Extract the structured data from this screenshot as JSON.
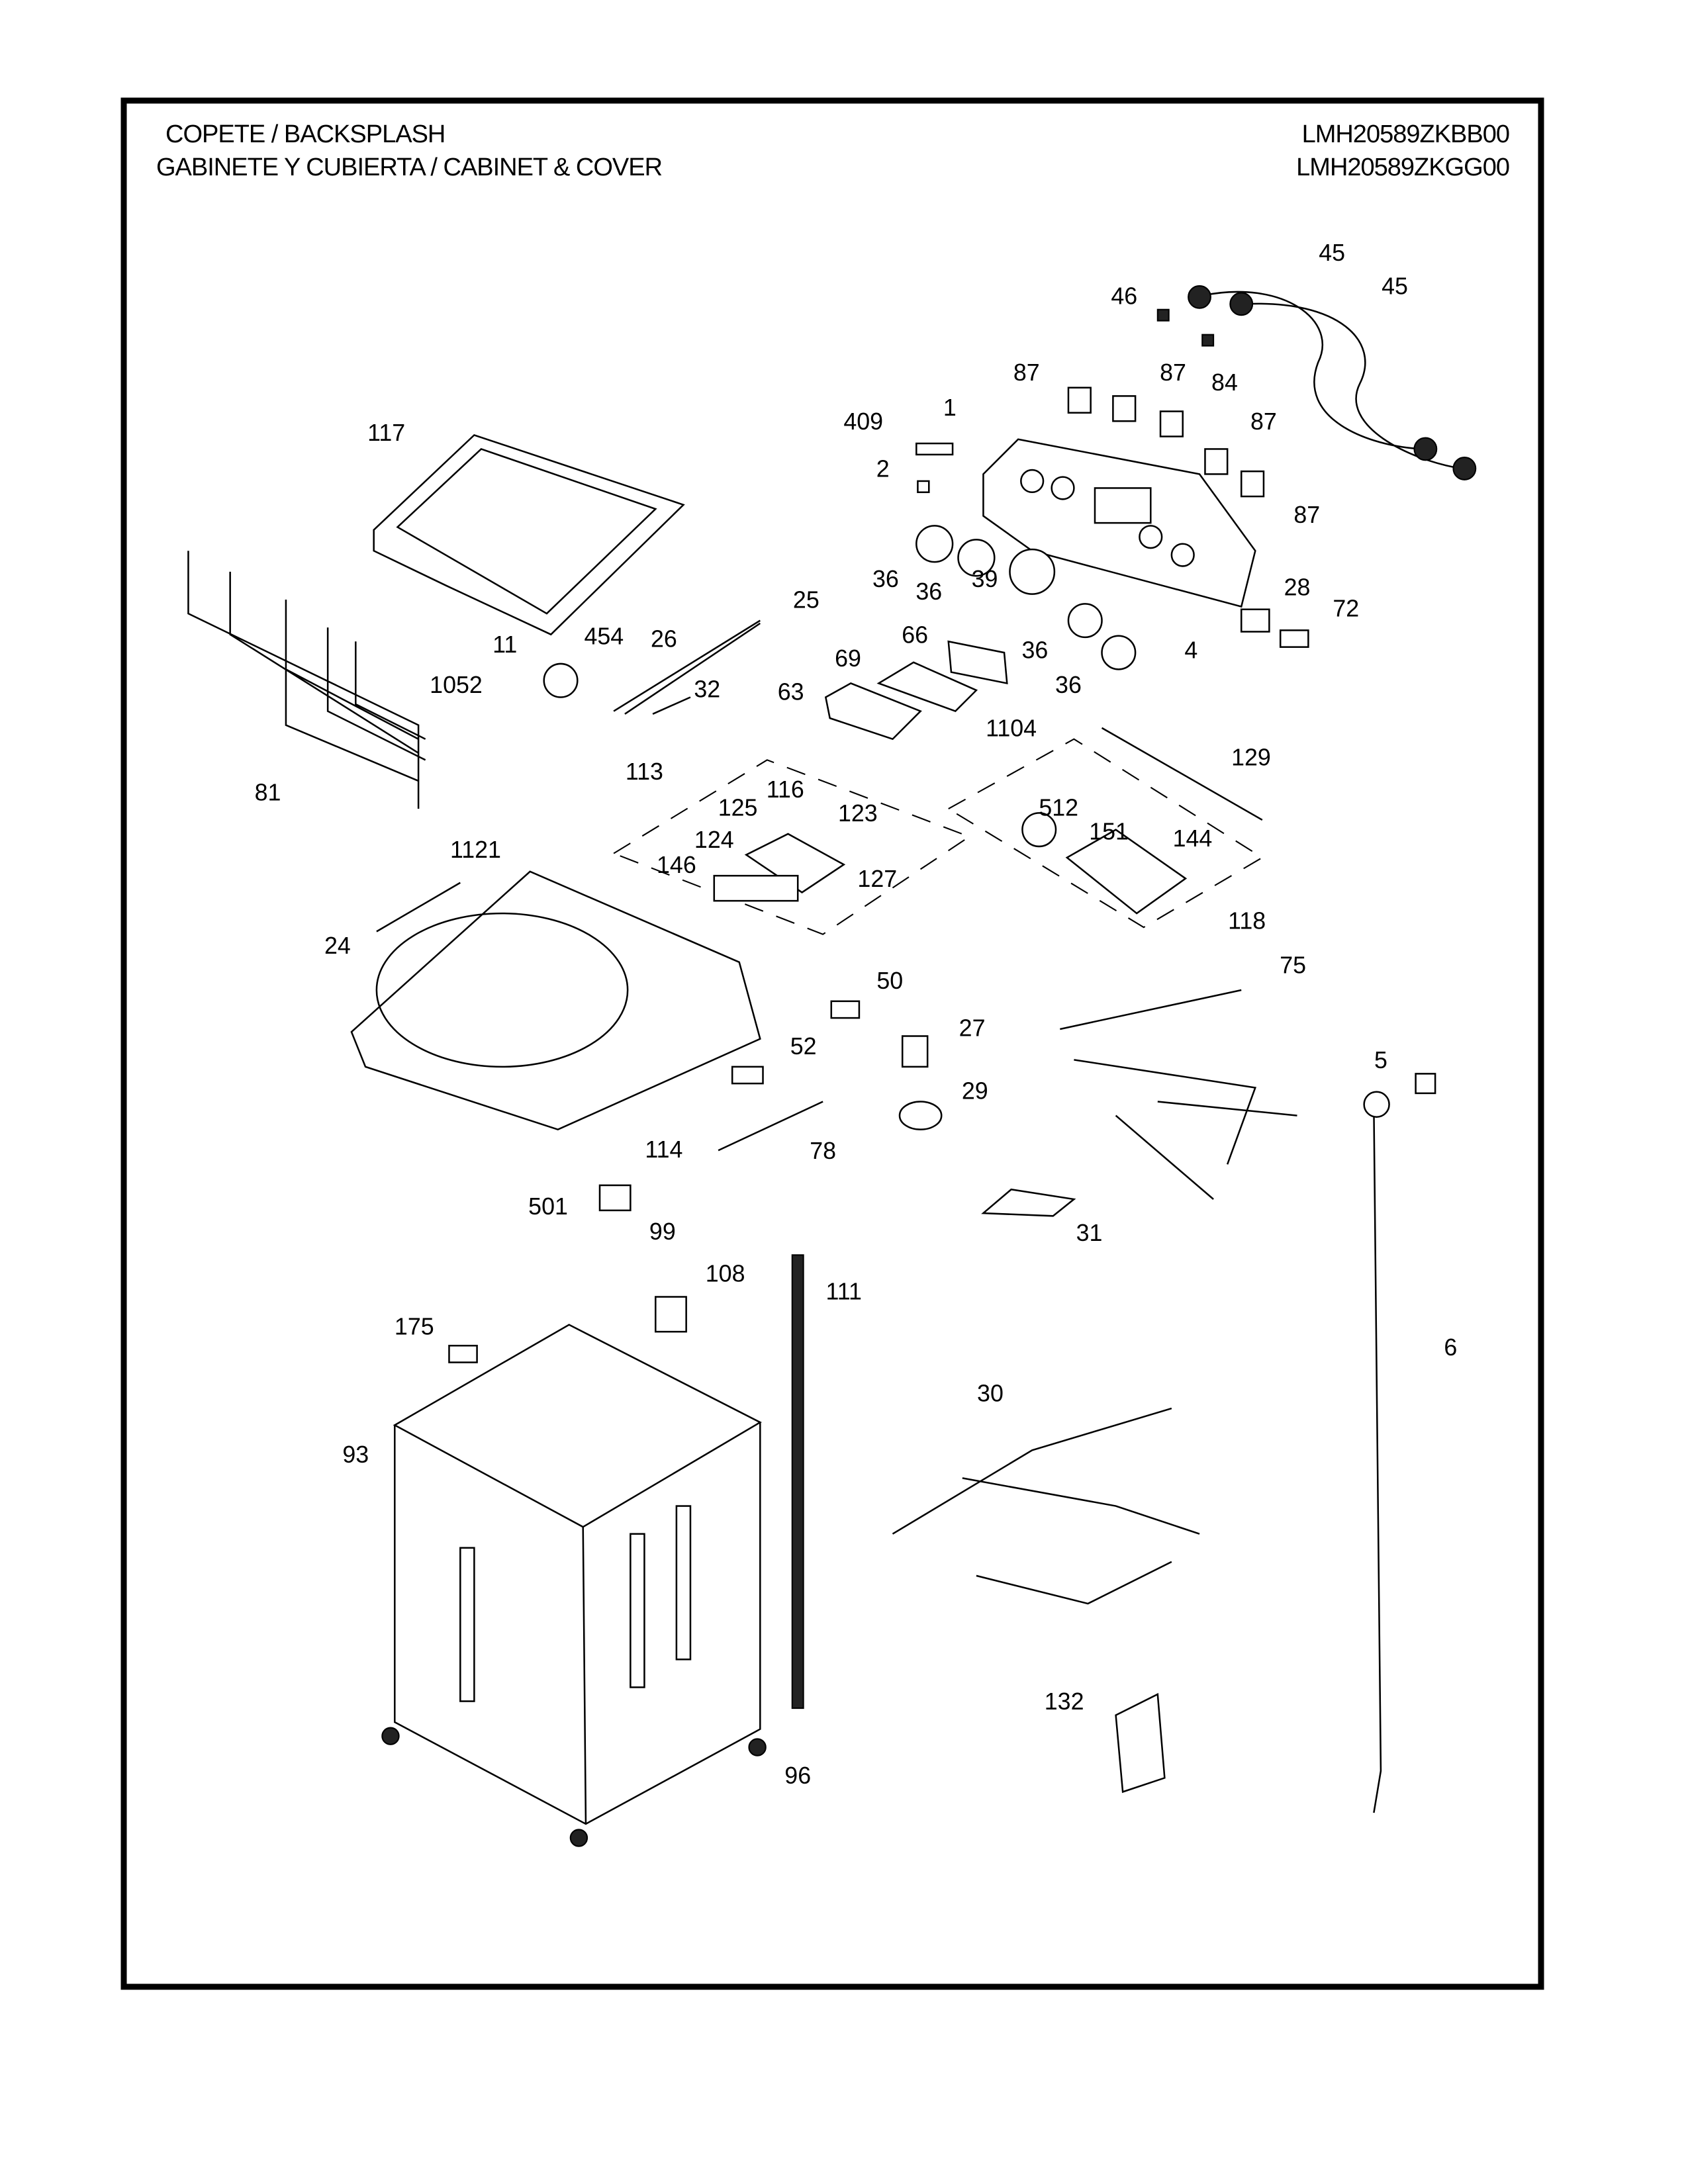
{
  "header": {
    "title_line1": "COPETE / BACKSPLASH",
    "title_line2": "GABINETE Y CUBIERTA / CABINET & COVER",
    "model_1": "LMH20589ZKBB00",
    "model_2": "LMH20589ZKGG00"
  },
  "callouts": [
    "45",
    "45",
    "46",
    "87",
    "87",
    "84",
    "87",
    "87",
    "1",
    "409",
    "2",
    "117",
    "36",
    "36",
    "39",
    "36",
    "36",
    "4",
    "28",
    "72",
    "25",
    "26",
    "454",
    "11",
    "1052",
    "32",
    "66",
    "69",
    "63",
    "1104",
    "129",
    "512",
    "151",
    "144",
    "118",
    "113",
    "116",
    "125",
    "123",
    "124",
    "146",
    "127",
    "81",
    "1121",
    "24",
    "75",
    "50",
    "27",
    "29",
    "52",
    "5",
    "114",
    "78",
    "501",
    "99",
    "31",
    "108",
    "111",
    "175",
    "6",
    "30",
    "93",
    "132",
    "96"
  ]
}
